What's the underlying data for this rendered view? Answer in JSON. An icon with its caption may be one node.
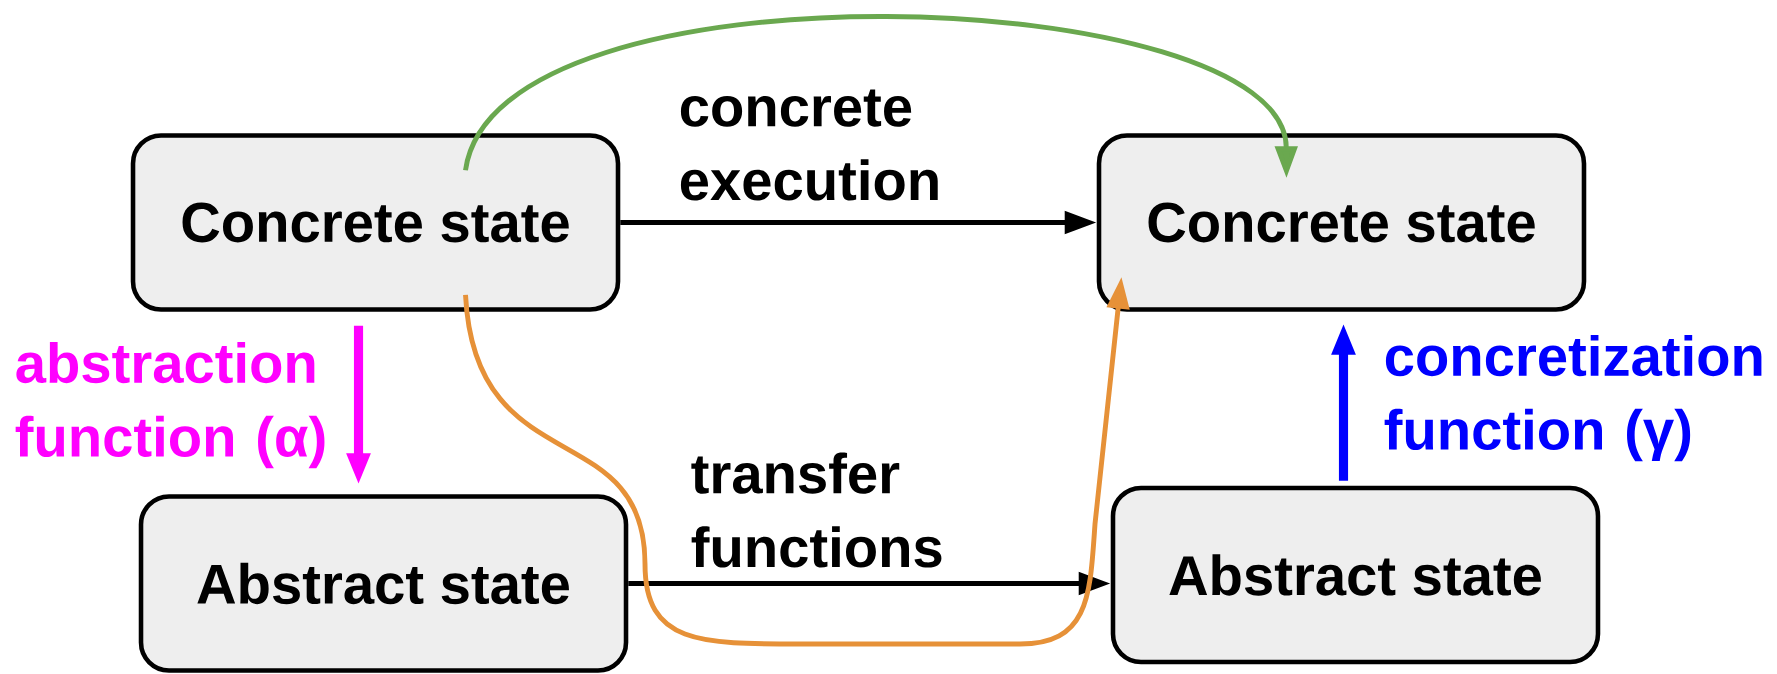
{
  "diagram": {
    "nodes": [
      {
        "text": [
          "Concrete state"
        ]
      },
      {
        "text": [
          "Concrete state"
        ]
      },
      {
        "text": [
          "Abstract state"
        ]
      },
      {
        "text": [
          "Abstract state"
        ]
      }
    ],
    "edges": [
      {
        "from": 0,
        "to": 1,
        "arrow": "to",
        "label": "concrete execution"
      },
      {
        "from": 2,
        "to": 3,
        "arrow": "to",
        "label": "transfer functions"
      },
      {
        "from": 0,
        "to": 2,
        "arrow": "to",
        "label": "abstraction function (α)",
        "color": "#ff00ff",
        "style": "thick"
      },
      {
        "from": 3,
        "to": 1,
        "arrow": "to",
        "label": "concretization function (γ)",
        "color": "#0000ff",
        "style": "thick"
      },
      {
        "from": 0,
        "to": 1,
        "arrow": "to",
        "color": "#6aa84f"
      },
      {
        "from": 0,
        "to": 1,
        "arrow": "to",
        "color": "#e69138"
      }
    ]
  }
}
